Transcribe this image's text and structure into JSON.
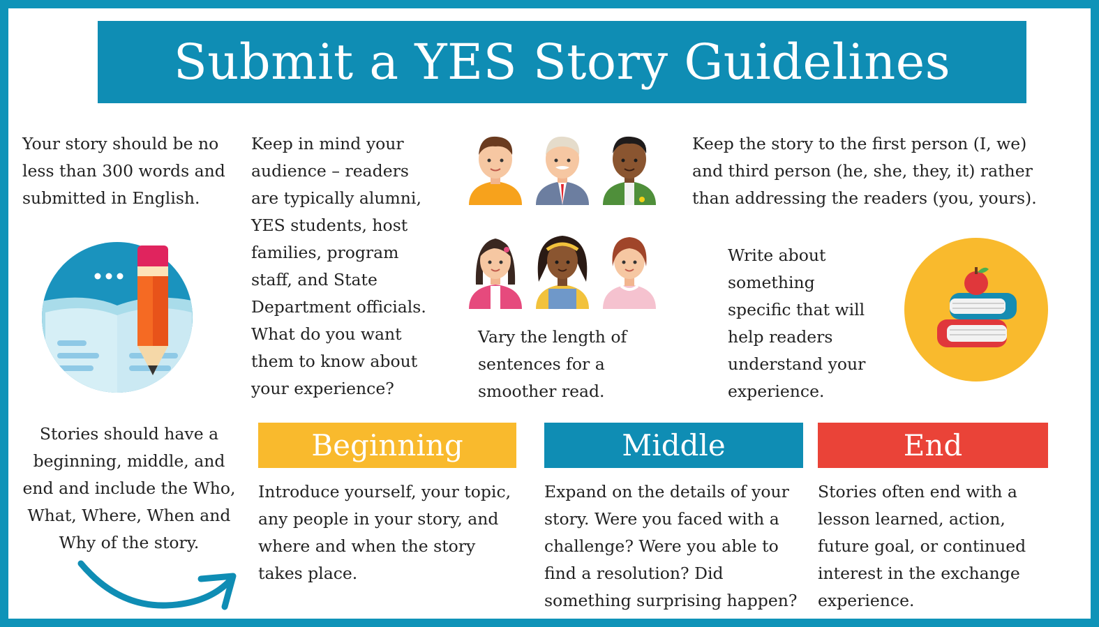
{
  "header": {
    "title": "Submit a YES Story Guidelines"
  },
  "tips": {
    "length": "Your story should be no less than 300 words and submitted in English.",
    "audience": "Keep in mind your audience – readers are typically alumni, YES students, host families, program staff, and State Department officials. What do you want them to know about your experience?",
    "vary": "Vary the length of sentences for a smoother read.",
    "person": "Keep the story to the first person (I, we) and third person (he, she, they, it) rather than addressing the readers (you, yours).",
    "specific": "Write about something specific that will help readers understand your experience.",
    "structure": "Stories should have a beginning, middle, and end and include the Who, What, Where, When and Why of the story."
  },
  "sections": [
    {
      "label": "Beginning",
      "color": "#f9ba2d",
      "text": "Introduce yourself, your topic, any people in your story, and where and when the story takes place."
    },
    {
      "label": "Middle",
      "color": "#0f8db4",
      "text": "Expand on the details of your story. Were you faced with a challenge? Were you able to find a resolution? Did something surprising happen?"
    },
    {
      "label": "End",
      "color": "#ea4338",
      "text": "Stories often end with a lesson learned, action, future goal, or continued interest in the exchange experience."
    }
  ],
  "colors": {
    "border": "#0f93b8",
    "title_bar": "#0f8db4",
    "beginning": "#f9ba2d",
    "middle": "#0f8db4",
    "end": "#ea4338"
  },
  "icons": [
    "pencil-book-icon",
    "people-avatars-icon",
    "books-apple-icon",
    "curved-arrow-icon"
  ]
}
